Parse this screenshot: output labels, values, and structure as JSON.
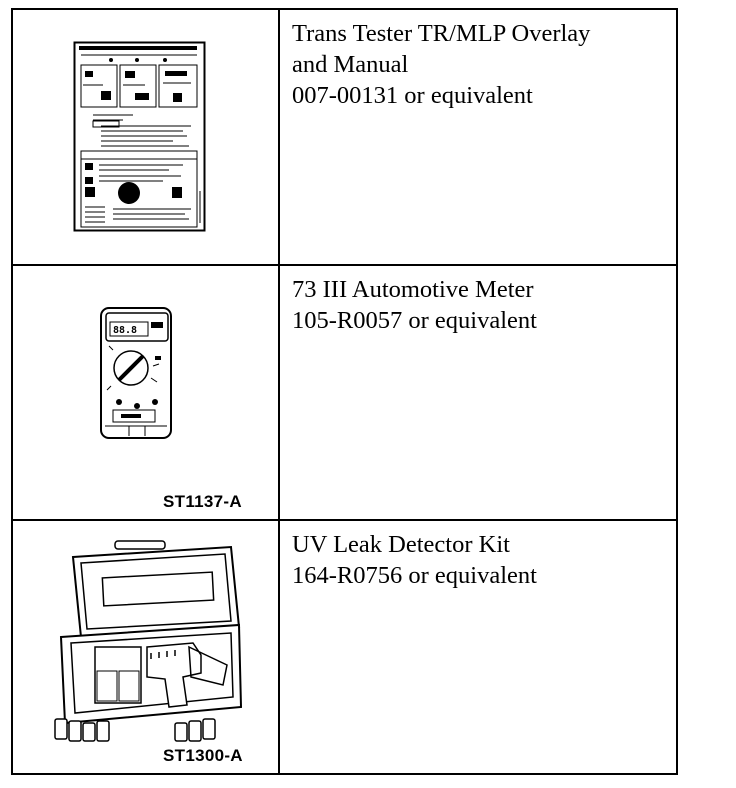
{
  "rows": [
    {
      "lines": [
        "Trans Tester TR/MLP Overlay",
        "and Manual",
        "007-00131 or equivalent"
      ],
      "figure": {
        "icon": "overlay-manual-illustration",
        "label": ""
      }
    },
    {
      "lines": [
        "73 III Automotive Meter",
        "105-R0057 or equivalent"
      ],
      "figure": {
        "icon": "multimeter-illustration",
        "label": "ST1137-A"
      }
    },
    {
      "lines": [
        "UV Leak Detector Kit",
        "164-R0756 or equivalent"
      ],
      "figure": {
        "icon": "uv-leak-detector-kit-illustration",
        "label": "ST1300-A"
      }
    }
  ]
}
